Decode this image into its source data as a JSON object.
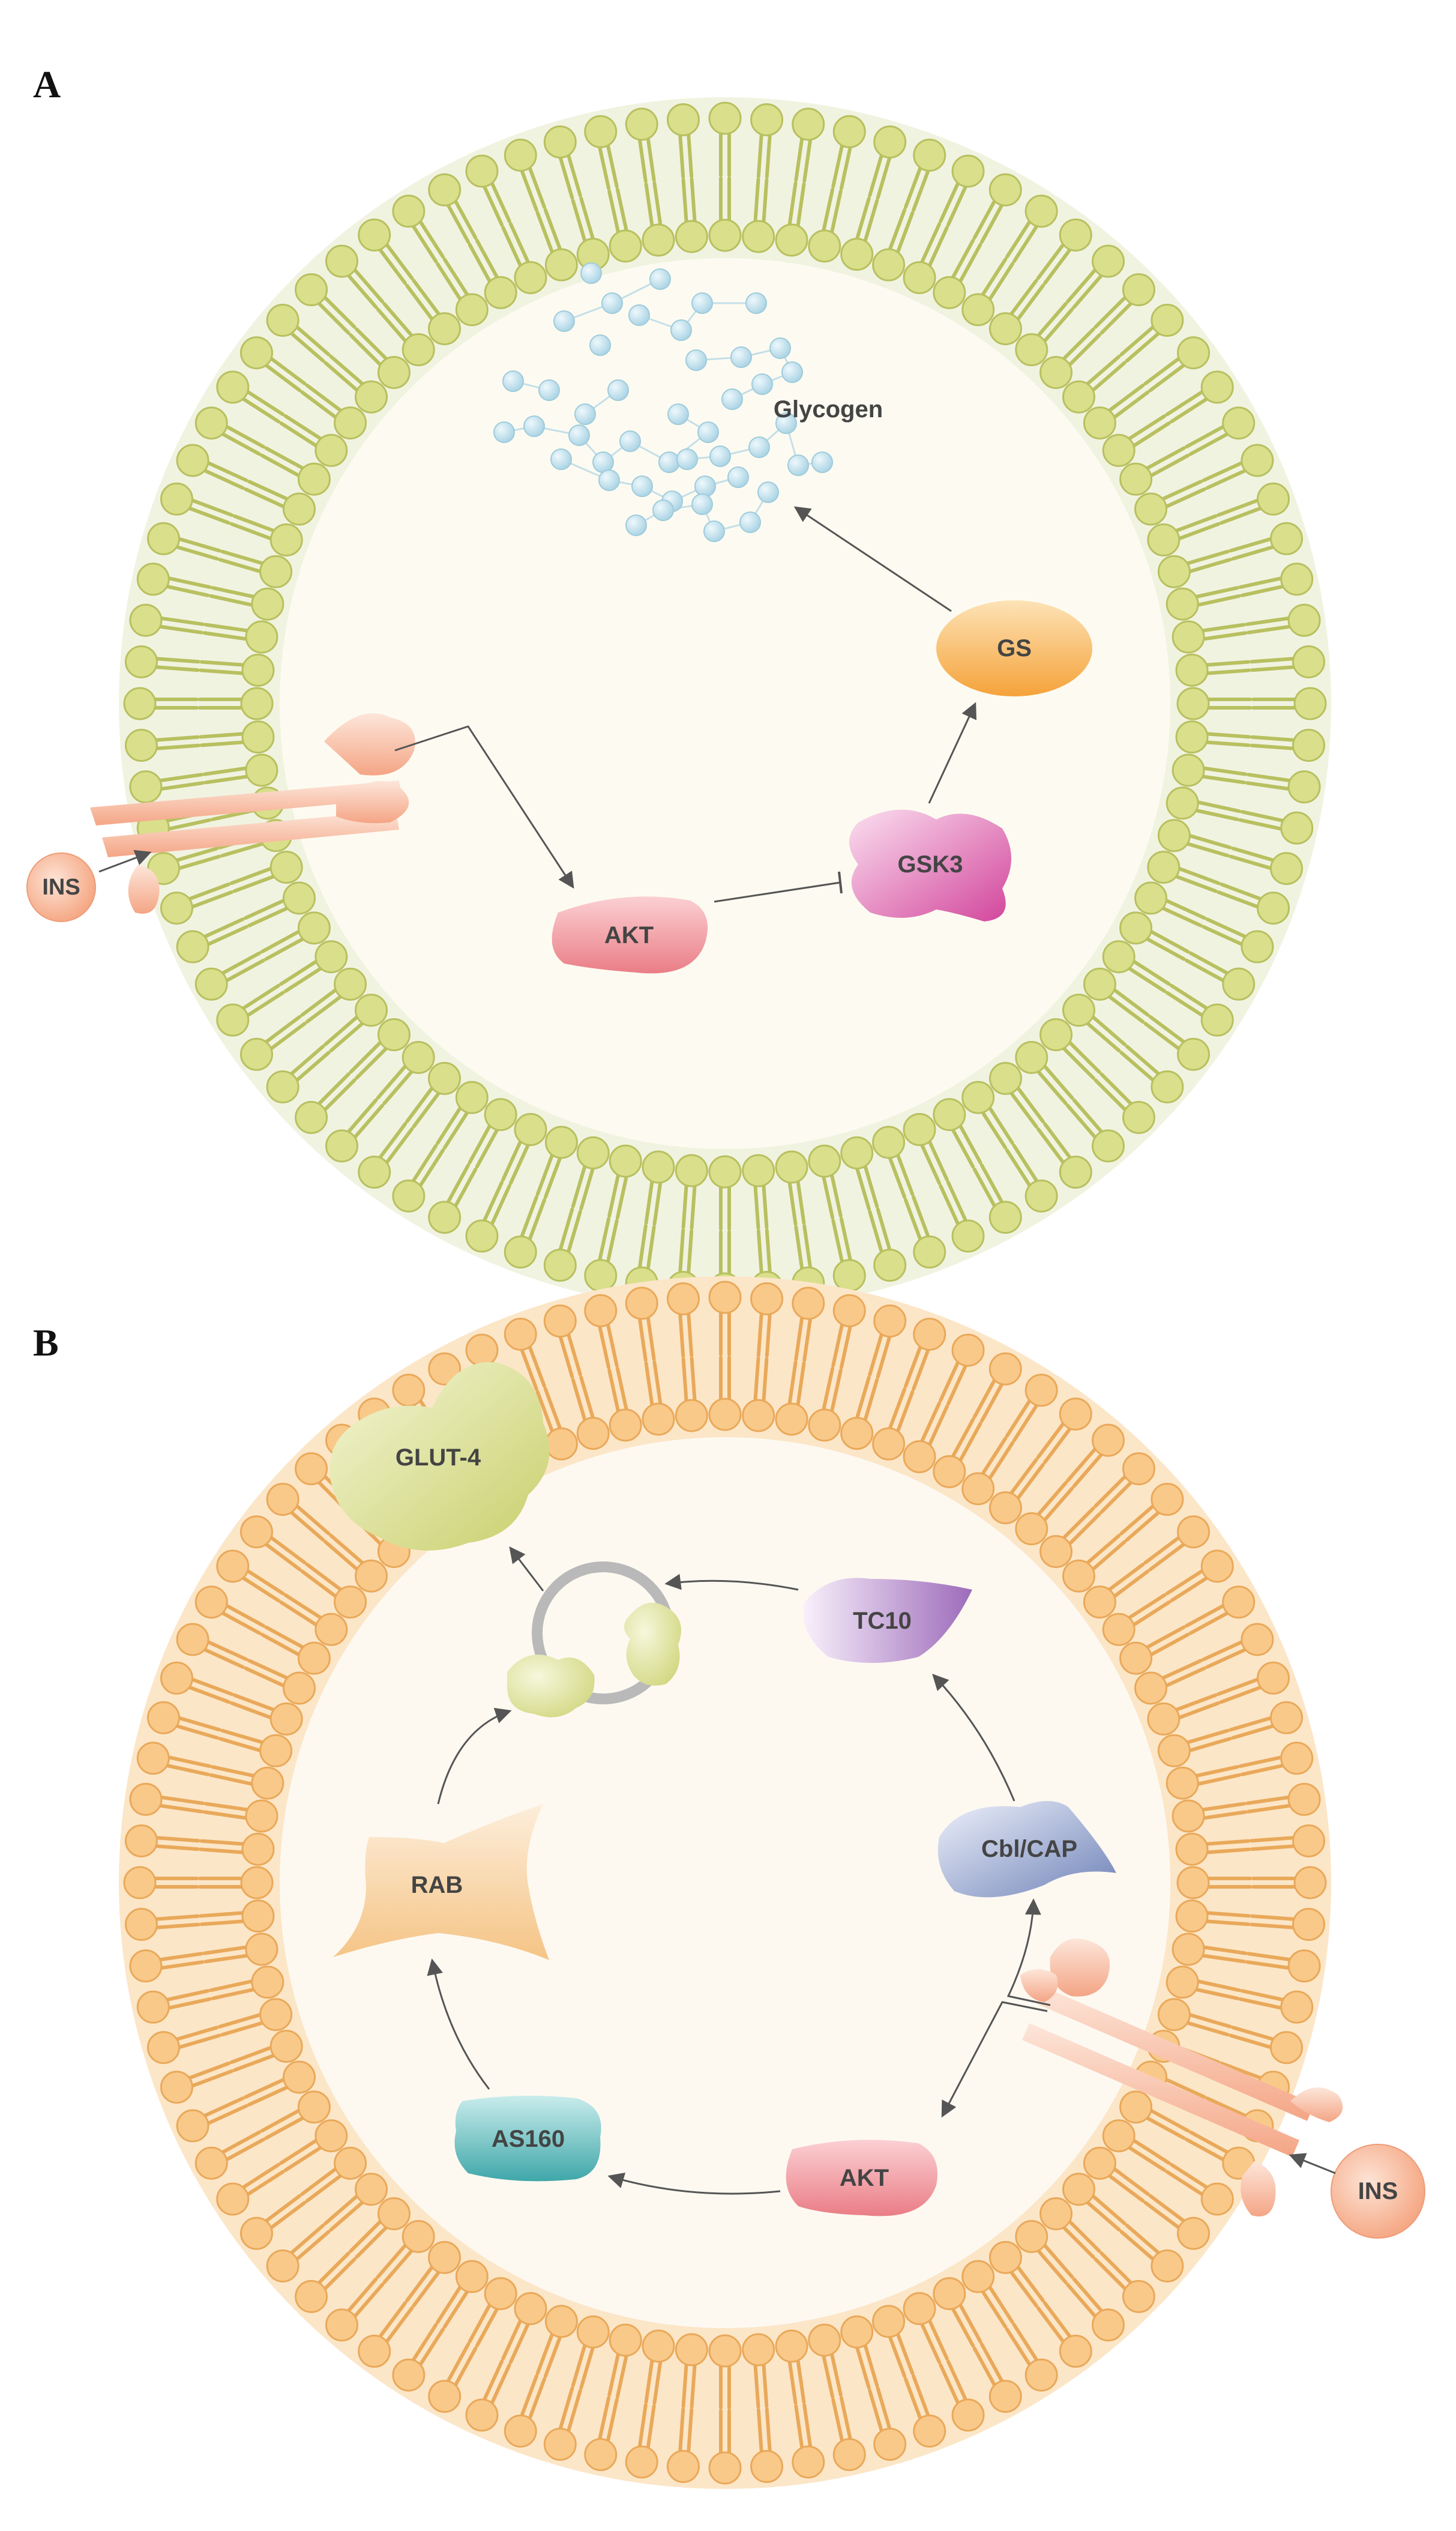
{
  "panels": [
    {
      "label": "A",
      "colors": {
        "membrane_bg": "#f1f3e1",
        "lipid_fill": "#d9df8a",
        "lipid_stroke": "#b8c060",
        "interior": "#fdfbf1"
      },
      "nodes": {
        "glycogen": "Glycogen",
        "gs": "GS",
        "gsk3": "GSK3",
        "akt": "AKT",
        "ins": "INS"
      }
    },
    {
      "label": "B",
      "colors": {
        "membrane_bg": "#fce6c8",
        "lipid_fill": "#f9c98a",
        "lipid_stroke": "#e9a95a",
        "interior": "#fdf9f1"
      },
      "nodes": {
        "glut4": "GLUT-4",
        "tc10": "TC10",
        "cblcap": "Cbl/CAP",
        "rab": "RAB",
        "as160": "AS160",
        "akt": "AKT",
        "ins": "INS"
      }
    }
  ],
  "node_colors": {
    "ins": "#f6b08e",
    "receptor": "#f7b494",
    "akt": "#ef8f94",
    "gsk3": "#d65aa6",
    "gs": "#f9b24e",
    "glycogen_bead": "#bfe0ec",
    "glut4": "#d9dd8f",
    "tc10": "#a77cc0",
    "cblcap": "#7a8fc0",
    "rab": "#f7cf96",
    "as160": "#4fb4b4",
    "vesicle": "#b8b8b8",
    "arrow": "#555555"
  }
}
